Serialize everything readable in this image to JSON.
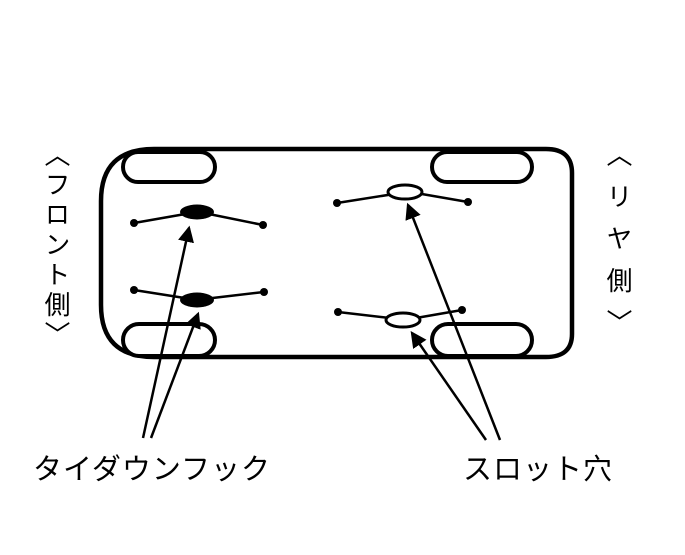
{
  "diagram": {
    "front_side_label": "〈フロント側〉",
    "rear_side_label": "〈リヤ側〉",
    "tiedown_hook_label": "タイダウンフック",
    "slot_hole_label": "スロット穴",
    "line_color": "#000000",
    "background_color": "#ffffff"
  }
}
